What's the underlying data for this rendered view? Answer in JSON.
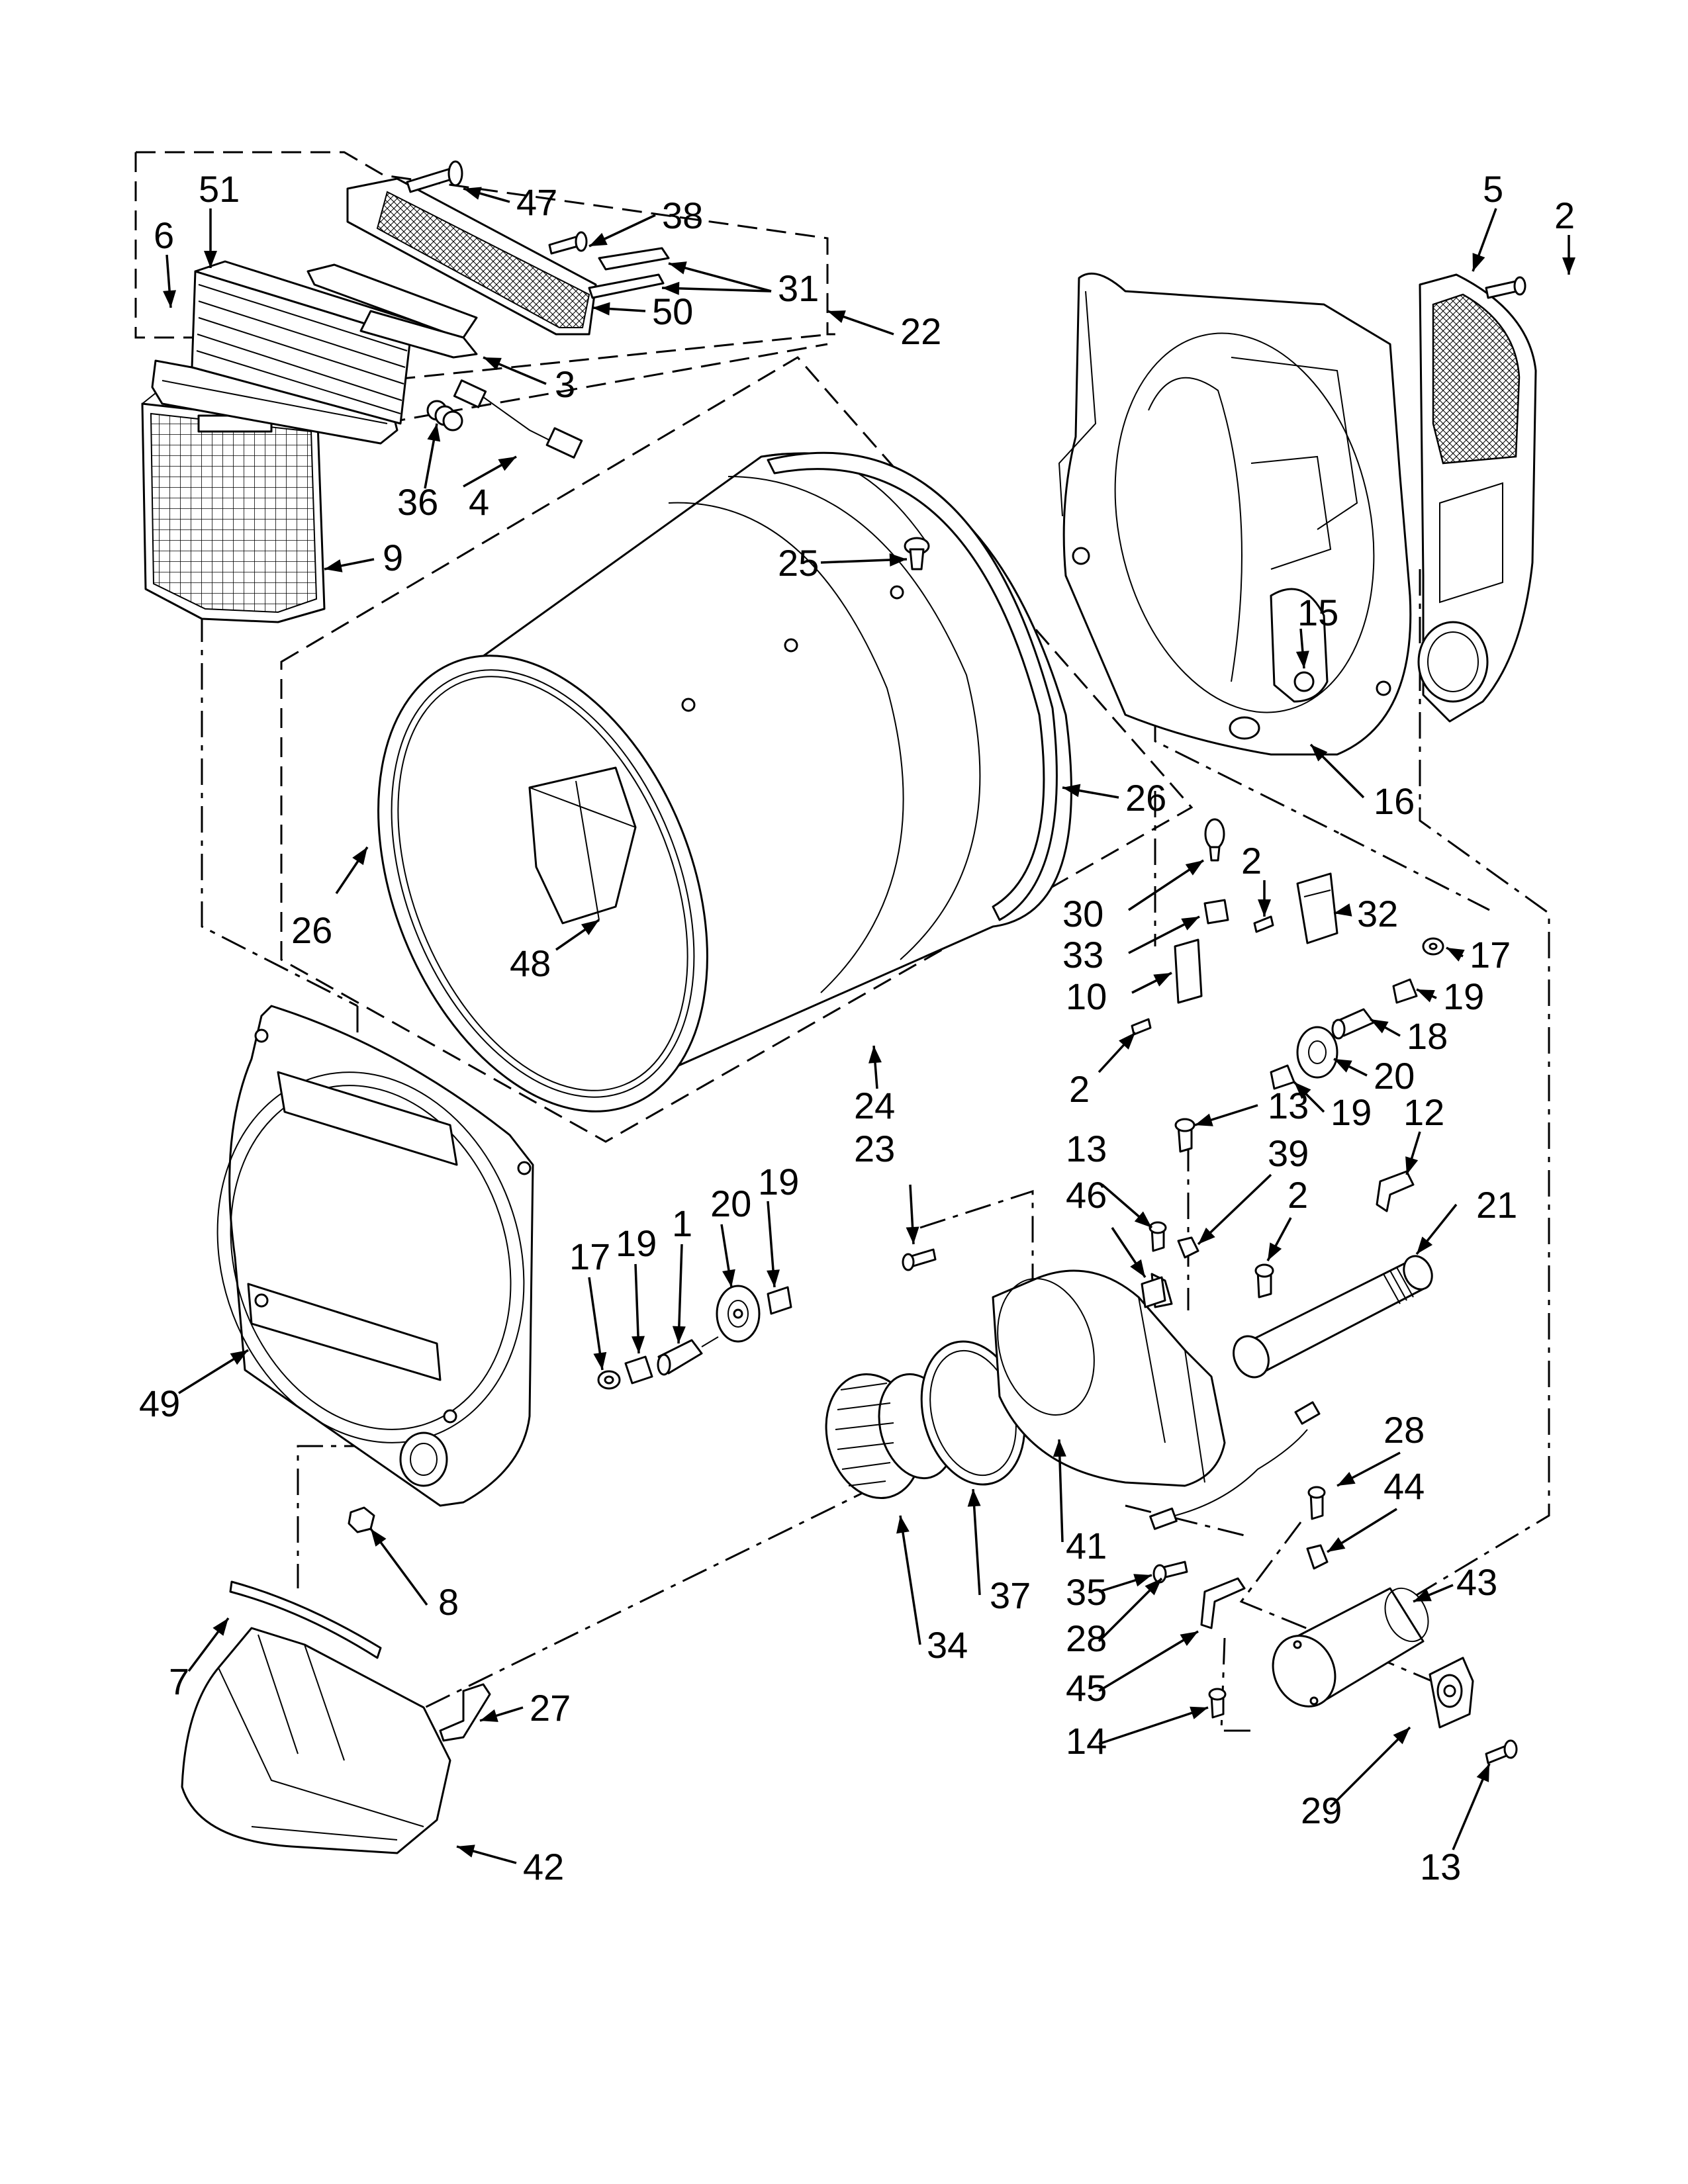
{
  "diagram": {
    "callouts": [
      {
        "id": "c47",
        "label": "47"
      },
      {
        "id": "c38",
        "label": "38"
      },
      {
        "id": "c51",
        "label": "51"
      },
      {
        "id": "c6",
        "label": "6"
      },
      {
        "id": "c31",
        "label": "31"
      },
      {
        "id": "c50",
        "label": "50"
      },
      {
        "id": "c22",
        "label": "22"
      },
      {
        "id": "c3",
        "label": "3"
      },
      {
        "id": "c36",
        "label": "36"
      },
      {
        "id": "c4",
        "label": "4"
      },
      {
        "id": "c9",
        "label": "9"
      },
      {
        "id": "c5",
        "label": "5"
      },
      {
        "id": "c2a",
        "label": "2"
      },
      {
        "id": "c25",
        "label": "25"
      },
      {
        "id": "c15",
        "label": "15"
      },
      {
        "id": "c16",
        "label": "16"
      },
      {
        "id": "c26a",
        "label": "26"
      },
      {
        "id": "c26b",
        "label": "26"
      },
      {
        "id": "c48",
        "label": "48"
      },
      {
        "id": "c30",
        "label": "30"
      },
      {
        "id": "c2b",
        "label": "2"
      },
      {
        "id": "c32",
        "label": "32"
      },
      {
        "id": "c33",
        "label": "33"
      },
      {
        "id": "c17a",
        "label": "17"
      },
      {
        "id": "c10",
        "label": "10"
      },
      {
        "id": "c19a",
        "label": "19"
      },
      {
        "id": "c18",
        "label": "18"
      },
      {
        "id": "c2c",
        "label": "2"
      },
      {
        "id": "c20a",
        "label": "20"
      },
      {
        "id": "c19b",
        "label": "19"
      },
      {
        "id": "c24",
        "label": "24"
      },
      {
        "id": "c23",
        "label": "23"
      },
      {
        "id": "c13a",
        "label": "13"
      },
      {
        "id": "c12",
        "label": "12"
      },
      {
        "id": "c13b",
        "label": "13"
      },
      {
        "id": "c39",
        "label": "39"
      },
      {
        "id": "c46",
        "label": "46"
      },
      {
        "id": "c2d",
        "label": "2"
      },
      {
        "id": "c21",
        "label": "21"
      },
      {
        "id": "c17b",
        "label": "17"
      },
      {
        "id": "c19c",
        "label": "19"
      },
      {
        "id": "c1",
        "label": "1"
      },
      {
        "id": "c20b",
        "label": "20"
      },
      {
        "id": "c19d",
        "label": "19"
      },
      {
        "id": "c49",
        "label": "49"
      },
      {
        "id": "c28a",
        "label": "28"
      },
      {
        "id": "c44",
        "label": "44"
      },
      {
        "id": "c41",
        "label": "41"
      },
      {
        "id": "c35",
        "label": "35"
      },
      {
        "id": "c8",
        "label": "8"
      },
      {
        "id": "c37",
        "label": "37"
      },
      {
        "id": "c43",
        "label": "43"
      },
      {
        "id": "c28b",
        "label": "28"
      },
      {
        "id": "c34",
        "label": "34"
      },
      {
        "id": "c7",
        "label": "7"
      },
      {
        "id": "c45",
        "label": "45"
      },
      {
        "id": "c27",
        "label": "27"
      },
      {
        "id": "c14",
        "label": "14"
      },
      {
        "id": "c29",
        "label": "29"
      },
      {
        "id": "c42",
        "label": "42"
      },
      {
        "id": "c13c",
        "label": "13"
      }
    ]
  }
}
